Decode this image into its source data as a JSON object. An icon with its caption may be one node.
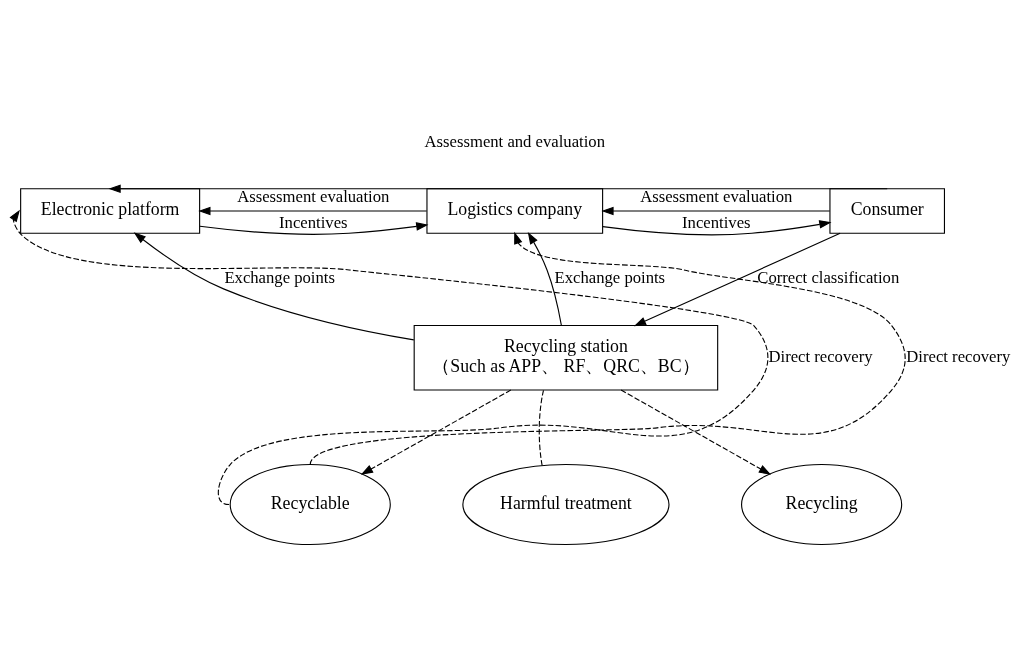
{
  "diagram": {
    "nodes": [
      {
        "text": [
          "Electronic platform"
        ]
      },
      {
        "text": [
          "Logistics company"
        ]
      },
      {
        "text": [
          "Consumer"
        ]
      },
      {
        "text": [
          "Recycling station",
          "（Such as APP、 RF、QRC、BC）"
        ]
      },
      {
        "text": [
          "Recyclable"
        ]
      },
      {
        "text": [
          "Harmful treatment"
        ]
      },
      {
        "text": [
          "Recycling"
        ]
      }
    ],
    "edges": [
      {
        "from": 2,
        "to": 0,
        "arrow": "to",
        "label": "Assessment and evaluation"
      },
      {
        "from": 0,
        "to": 1,
        "arrow": "to",
        "label": "Incentives"
      },
      {
        "from": 1,
        "to": 0,
        "arrow": "to",
        "label": "Assessment evaluation"
      },
      {
        "from": 1,
        "to": 2,
        "arrow": "to",
        "label": "Incentives"
      },
      {
        "from": 2,
        "to": 1,
        "arrow": "to",
        "label": "Assessment evaluation"
      },
      {
        "from": 2,
        "to": 3,
        "arrow": "to",
        "label": "Correct classification"
      },
      {
        "from": 3,
        "to": 1,
        "arrow": "to",
        "label": "Exchange points"
      },
      {
        "from": 3,
        "to": 0,
        "arrow": "to",
        "label": "Exchange points"
      },
      {
        "from": 4,
        "to": 0,
        "arrow": "to",
        "label": "Direct recovery",
        "style": "dashed"
      },
      {
        "from": 4,
        "to": 1,
        "arrow": "to",
        "label": "Direct recovery",
        "style": "dashed"
      },
      {
        "from": 3,
        "to": 4,
        "arrow": "to",
        "style": "dashed"
      },
      {
        "from": 3,
        "to": 5,
        "arrow": "none",
        "style": "dashed"
      },
      {
        "from": 3,
        "to": 6,
        "arrow": "to",
        "style": "dashed"
      }
    ]
  }
}
